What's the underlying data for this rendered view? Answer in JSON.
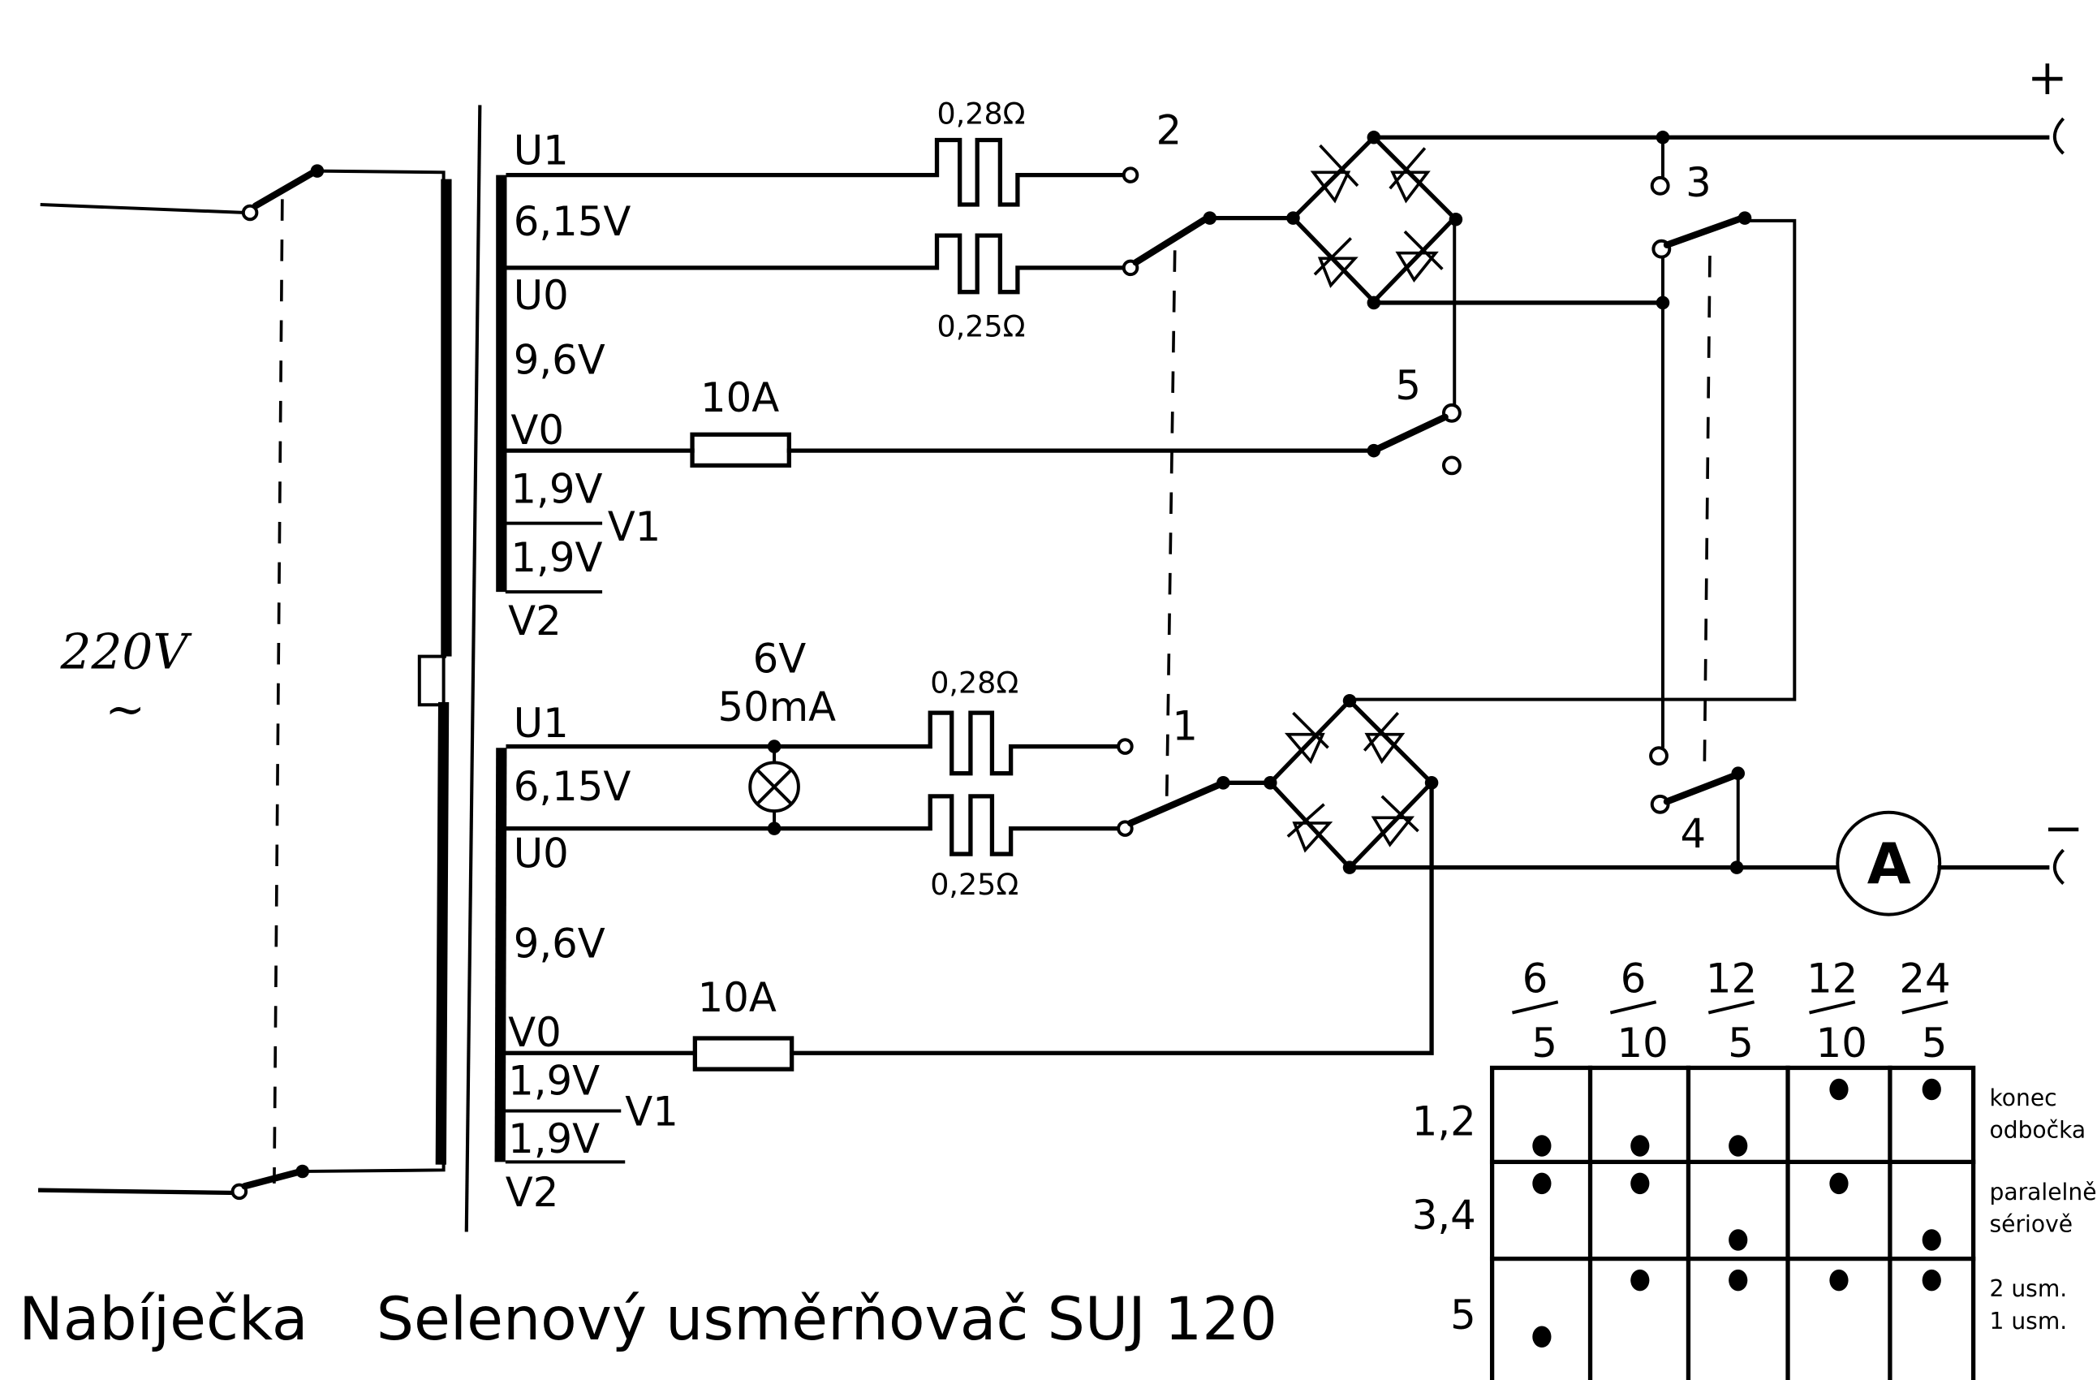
{
  "title": {
    "main": "Nabíječka",
    "subtitle": "Selenový usměrňovač SUJ 120"
  },
  "mains": {
    "voltage": "220V",
    "ac_symbol": "~"
  },
  "output_terminals": {
    "positive": "+",
    "negative": "−"
  },
  "ammeter": {
    "label": "A"
  },
  "upper_secondary": {
    "taps": {
      "u1": "U1",
      "u1_u0_voltage": "6,15V",
      "u0": "U0",
      "u0_v0_voltage": "9,6V",
      "v0": "V0",
      "v0_v1_voltage": "1,9V",
      "v1": "V1",
      "v1_v2_voltage": "1,9V",
      "v2": "V2"
    },
    "resistor_top": "0,28Ω",
    "resistor_bottom": "0,25Ω",
    "fuse": "10A"
  },
  "lower_secondary": {
    "taps": {
      "u1": "U1",
      "u1_u0_voltage": "6,15V",
      "u0": "U0",
      "u0_v0_voltage": "9,6V",
      "v0": "V0",
      "v0_v1_voltage": "1,9V",
      "v1": "V1",
      "v1_v2_voltage": "1,9V",
      "v2": "V2"
    },
    "lamp_voltage": "6V",
    "lamp_current": "50mA",
    "resistor_top": "0,28Ω",
    "resistor_bottom": "0,25Ω",
    "fuse": "10A"
  },
  "switch_labels": {
    "s1": "1",
    "s2": "2",
    "s3": "3",
    "s4": "4",
    "s5": "5"
  },
  "switch_table": {
    "columns": [
      {
        "voltage": "6",
        "current": "5"
      },
      {
        "voltage": "6",
        "current": "10"
      },
      {
        "voltage": "12",
        "current": "5"
      },
      {
        "voltage": "12",
        "current": "10"
      },
      {
        "voltage": "24",
        "current": "5"
      }
    ],
    "rows": [
      {
        "switches": "1,2",
        "position_top": "konec",
        "position_bottom": "odbočka",
        "settings": [
          "bottom",
          "bottom",
          "bottom",
          "top",
          "top"
        ]
      },
      {
        "switches": "3,4",
        "position_top": "paralelně",
        "position_bottom": "sériově",
        "settings": [
          "top",
          "top",
          "bottom",
          "top",
          "bottom"
        ]
      },
      {
        "switches": "5",
        "position_top": "2 usm.",
        "position_bottom": "1 usm.",
        "settings": [
          "bottom",
          "top",
          "top",
          "top",
          "top"
        ]
      }
    ]
  }
}
